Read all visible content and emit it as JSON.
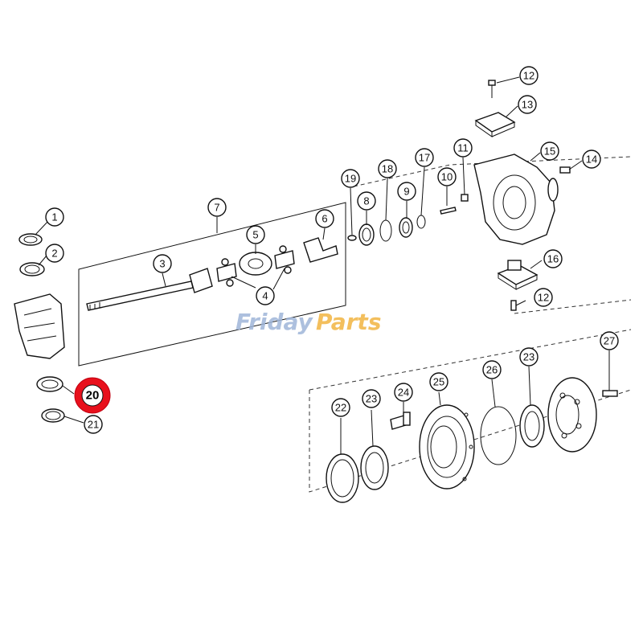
{
  "diagram": {
    "highlight_color": "#e8101c",
    "watermark": {
      "brand_part1": "Friday",
      "brand_part2": "Parts",
      "color1": "#9fb6d9",
      "color2": "#f2b441"
    },
    "callouts": [
      {
        "label": "1"
      },
      {
        "label": "2"
      },
      {
        "label": "3"
      },
      {
        "label": "4"
      },
      {
        "label": "4"
      },
      {
        "label": "5"
      },
      {
        "label": "6"
      },
      {
        "label": "7"
      },
      {
        "label": "8"
      },
      {
        "label": "9"
      },
      {
        "label": "10"
      },
      {
        "label": "11"
      },
      {
        "label": "12"
      },
      {
        "label": "12"
      },
      {
        "label": "13"
      },
      {
        "label": "14"
      },
      {
        "label": "15"
      },
      {
        "label": "16"
      },
      {
        "label": "17"
      },
      {
        "label": "18"
      },
      {
        "label": "19"
      },
      {
        "label": "20",
        "highlighted": true
      },
      {
        "label": "21"
      },
      {
        "label": "22"
      },
      {
        "label": "23"
      },
      {
        "label": "23"
      },
      {
        "label": "24"
      },
      {
        "label": "25"
      },
      {
        "label": "26"
      },
      {
        "label": "27"
      }
    ]
  }
}
